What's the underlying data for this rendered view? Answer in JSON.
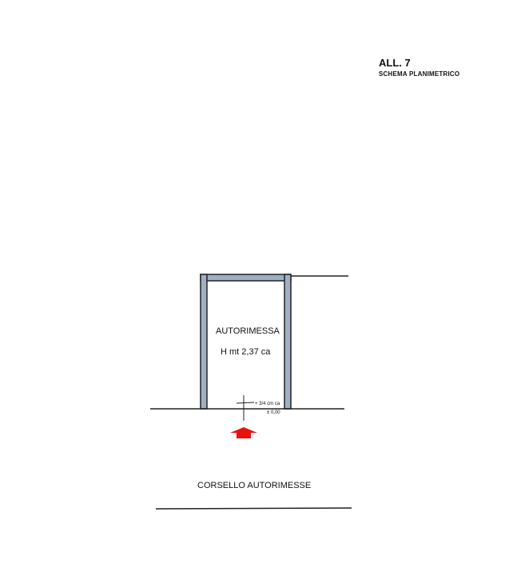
{
  "header": {
    "attachment": "ALL. 7",
    "subtitle": "SCHEMA  PLANIMETRICO"
  },
  "plan": {
    "room_label": "AUTORIMESSA",
    "room_height": "H mt 2,37 ca",
    "level_threshold": "+ 3/4 cm ca",
    "level_zero": "± 0,00",
    "corridor_label": "CORSELLO AUTORIMESSE",
    "entrance_arrow_color": "#e8120c"
  }
}
